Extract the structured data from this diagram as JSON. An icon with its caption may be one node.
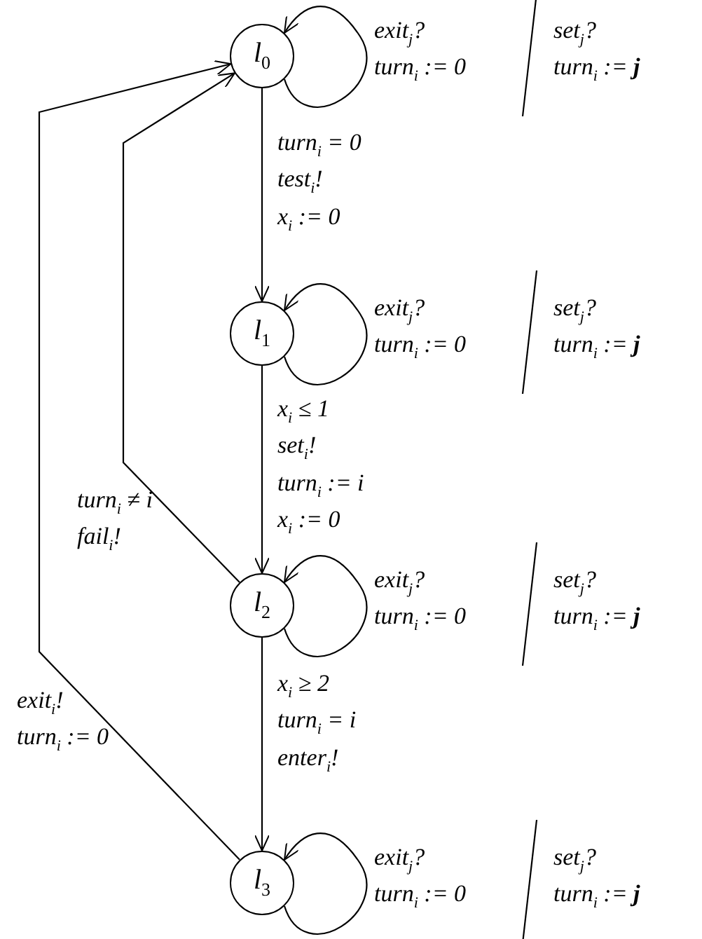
{
  "diagram": {
    "nodes": [
      {
        "text": [
          "*l*$_{0}$"
        ]
      },
      {
        "text": [
          "*l*$_{1}$"
        ]
      },
      {
        "text": [
          "*l*$_{2}$"
        ]
      },
      {
        "text": [
          "*l*$_{3}$"
        ]
      }
    ],
    "edges": [
      {
        "from": 0,
        "to": 1,
        "arrow": "to",
        "label": "turn$_{i}$ = 0 test$_{i}$! x$_{i}$ := 0"
      },
      {
        "from": 1,
        "to": 2,
        "arrow": "to",
        "label": "x$_{i}$ ≤ 1 set$_{i}$! turn$_{i}$ := i x$_{i}$ := 0"
      },
      {
        "from": 2,
        "to": 3,
        "arrow": "to",
        "label": "x$_{i}$ ≥ 2 turn$_{i}$ = i enter$_{i}$!"
      },
      {
        "from": 2,
        "to": 0,
        "arrow": "to",
        "label": "turn$_{i}$ ≠ i fail$_{i}$!"
      },
      {
        "from": 3,
        "to": 0,
        "arrow": "to",
        "label": "exit$_{i}$! turn$_{i}$ := 0"
      },
      {
        "from": 0,
        "to": 0,
        "arrow": "to",
        "label": "exit$_{j}$? turn$_{i}$ := 0"
      },
      {
        "from": 1,
        "to": 1,
        "arrow": "to",
        "label": "exit$_{j}$? turn$_{i}$ := 0"
      },
      {
        "from": 2,
        "to": 2,
        "arrow": "to",
        "label": "exit$_{j}$? turn$_{i}$ := 0"
      },
      {
        "from": 3,
        "to": 3,
        "arrow": "to",
        "label": "exit$_{j}$? turn$_{i}$ := 0"
      }
    ],
    "labels": [
      "set$_{j}$? turn$_{i}$ := **j**",
      "set$_{j}$? turn$_{i}$ := **j**",
      "set$_{j}$? turn$_{i}$ := **j**",
      "set$_{j}$? turn$_{i}$ := **j**"
    ]
  }
}
